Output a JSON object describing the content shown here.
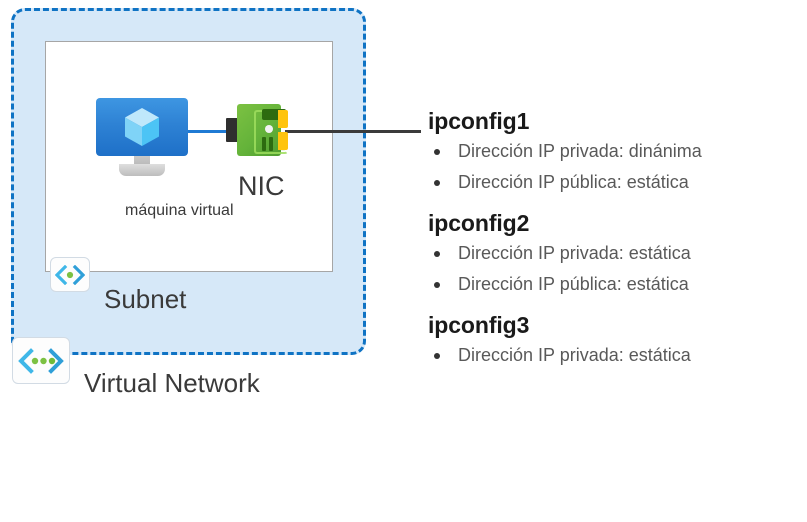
{
  "diagram": {
    "vnet": {
      "label": "Virtual Network",
      "icon": "azure-virtual-network-icon",
      "fill_color": "#d6e8f8",
      "border_color": "#0f73c4"
    },
    "subnet": {
      "label": "Subnet",
      "icon": "azure-subnet-icon",
      "fill_color": "#ffffff",
      "border_color": "#a6a6a6"
    },
    "vm": {
      "label": "máquina virtual",
      "icon": "virtual-machine-icon",
      "color": "#1e70c8"
    },
    "nic": {
      "label": "NIC",
      "icon": "network-interface-card-icon",
      "color": "#64b33a",
      "accent_color": "#ffc40d"
    },
    "connectors": {
      "vm_to_nic_color": "#1f7ad4",
      "nic_to_ipconfig_color": "#3b3b3b"
    }
  },
  "ipconfigs": [
    {
      "title": "ipconfig1",
      "items": [
        "Dirección IP privada: dinánima",
        "Dirección IP pública: estática"
      ]
    },
    {
      "title": "ipconfig2",
      "items": [
        "Dirección IP privada: estática",
        "Dirección IP pública: estática"
      ]
    },
    {
      "title": "ipconfig3",
      "items": [
        "Dirección IP privada: estática"
      ]
    }
  ]
}
